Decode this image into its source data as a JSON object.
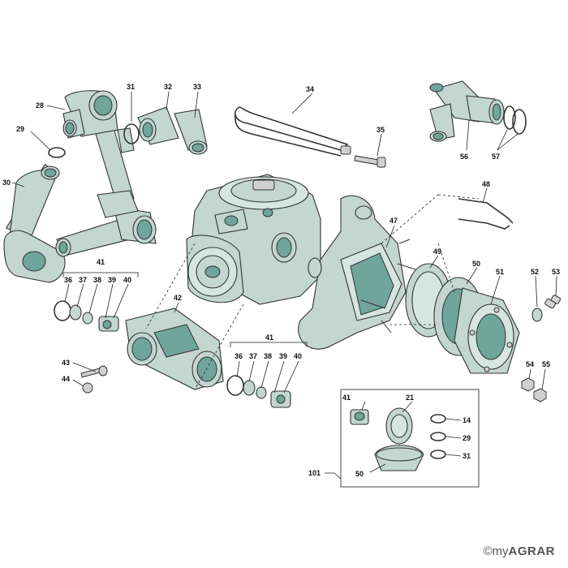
{
  "callouts": {
    "c28": "28",
    "c29a": "29",
    "c30": "30",
    "c31a": "31",
    "c32": "32",
    "c33": "33",
    "c34": "34",
    "c35": "35",
    "c56": "56",
    "c57": "57",
    "c48": "48",
    "c47": "47",
    "c49": "49",
    "c50a": "50",
    "c51": "51",
    "c52": "52",
    "c53": "53",
    "c54": "54",
    "c55": "55",
    "c41a": "41",
    "c36a": "36",
    "c37a": "37",
    "c38a": "38",
    "c39a": "39",
    "c40a": "40",
    "c42": "42",
    "c43": "43",
    "c44": "44",
    "c41b": "41",
    "c36b": "36",
    "c37b": "37",
    "c38b": "38",
    "c39b": "39",
    "c40b": "40",
    "c41c": "41",
    "c21": "21",
    "c14": "14",
    "c29b": "29",
    "c31b": "31",
    "c101": "101",
    "c50b": "50"
  },
  "watermark": {
    "symbol": "©",
    "prefix": "my",
    "brand": "AGRAR"
  },
  "colors": {
    "part_fill": "#c3d6d0",
    "hole_fill": "#6fa59a",
    "line": "#333333"
  }
}
